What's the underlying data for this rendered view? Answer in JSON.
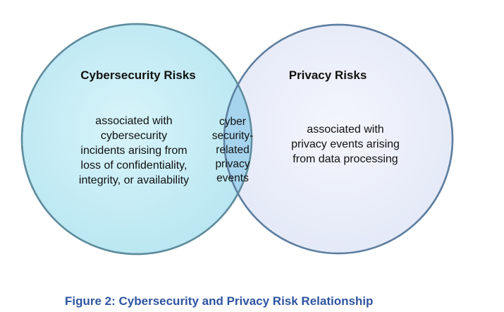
{
  "diagram": {
    "type": "venn",
    "left_circle": {
      "heading": "Cybersecurity Risks",
      "description_lines": [
        "associated with",
        "cybersecurity",
        "incidents arising from",
        "loss of confidentiality,",
        "integrity, or availability"
      ],
      "fill_color": "#c9eef6",
      "stroke_color": "#6fa3b3"
    },
    "right_circle": {
      "heading": "Privacy Risks",
      "description_lines": [
        "associated with",
        "privacy events arising",
        "from data processing"
      ],
      "fill_color": "#eef1fb",
      "stroke_color": "#6f8fb3"
    },
    "overlap": {
      "description_lines": [
        "cyber",
        "security-",
        "related",
        "privacy",
        "events"
      ],
      "fill_color": "#a9d6ef"
    },
    "caption": "Figure 2: Cybersecurity and Privacy Risk Relationship",
    "caption_color": "#2e54a0"
  }
}
